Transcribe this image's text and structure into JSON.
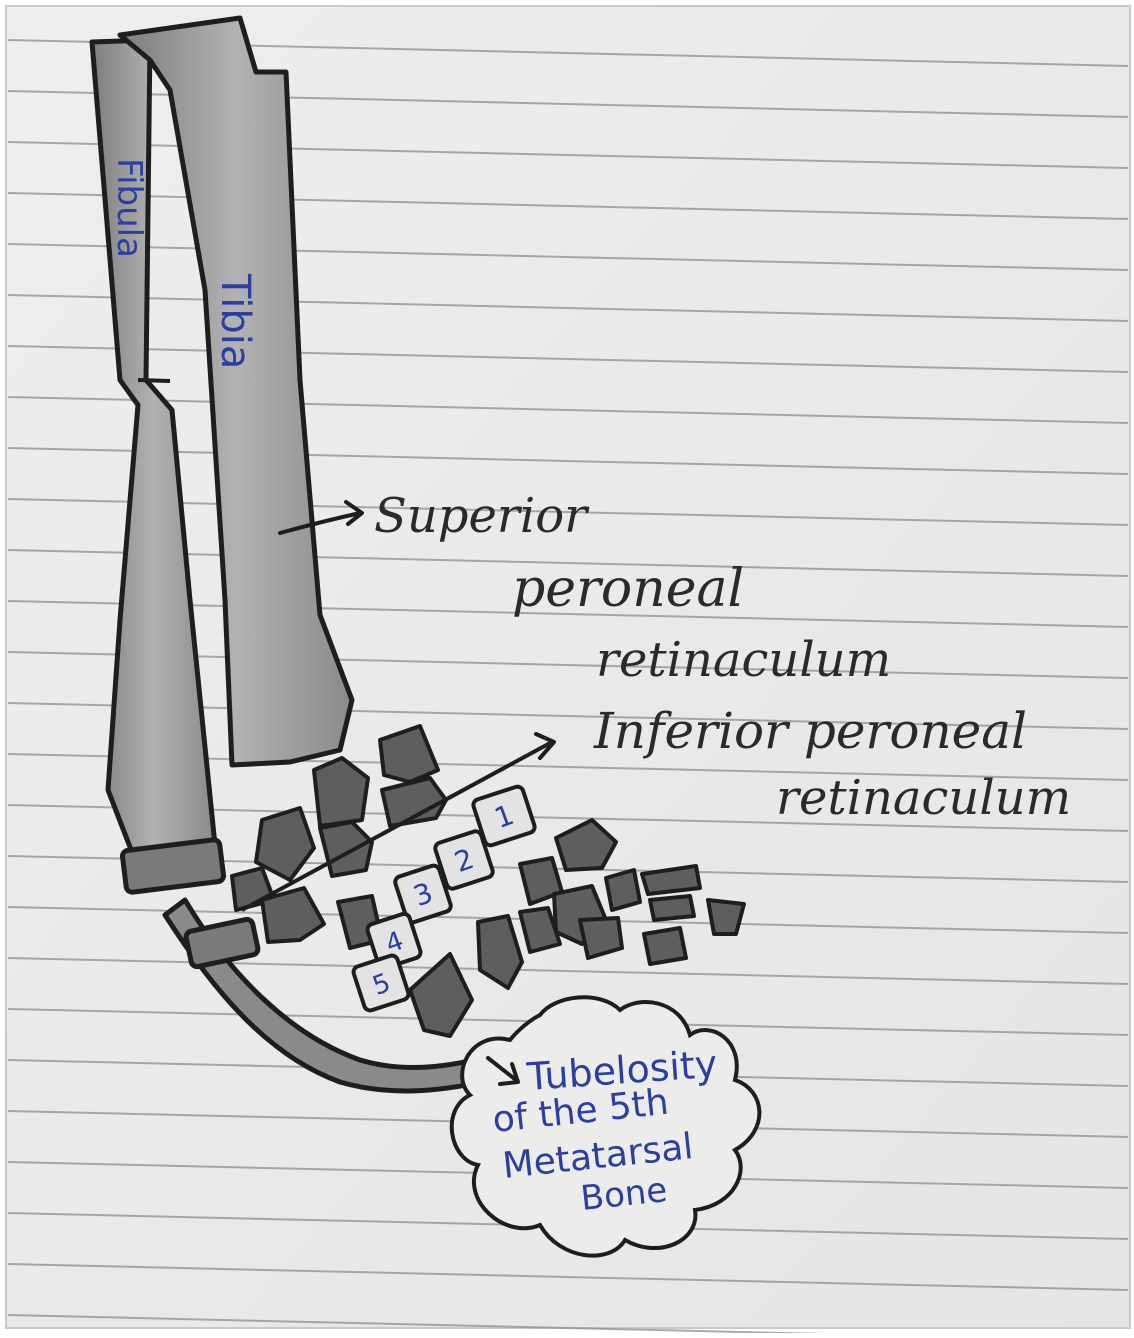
{
  "bones": {
    "fibula": "Fibula",
    "tibia": "Tibia"
  },
  "labels": {
    "superior_line1": "Superior",
    "superior_line2": "peroneal",
    "superior_line3": "retinaculum",
    "inferior_line1": "Inferior peroneal",
    "inferior_line2": "retinaculum",
    "tuberosity_line1": "Tubelosity",
    "tuberosity_line2": "of the 5th",
    "tuberosity_line3": "Metatarsal",
    "tuberosity_line4": "Bone"
  },
  "metatarsals": [
    "1",
    "2",
    "3",
    "4",
    "5"
  ],
  "colors": {
    "paper": "#f1efec",
    "ruled_line": "#8f8f93",
    "bone_fill": "#9c9c9c",
    "bone_dark": "#5e5e5e",
    "outline": "#1e1e1e",
    "blue_ink": "#2b3fa0"
  }
}
